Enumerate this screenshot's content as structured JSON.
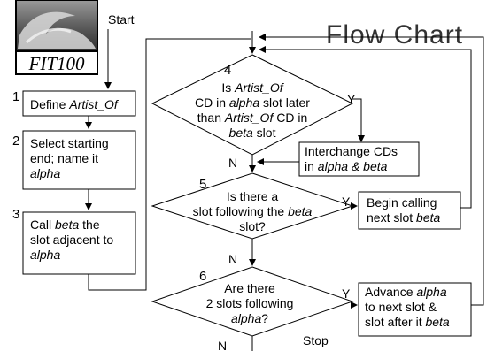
{
  "title": "Flow Chart",
  "logo": {
    "text": "FIT100"
  },
  "start_label": "Start",
  "stop_label": "Stop",
  "steps": {
    "s1": {
      "num": "1",
      "lines": [
        [
          {
            "t": "Define "
          },
          {
            "t": "Artist_Of",
            "i": true
          }
        ]
      ]
    },
    "s2": {
      "num": "2",
      "lines": [
        [
          {
            "t": "Select starting"
          }
        ],
        [
          {
            "t": "end; name it"
          }
        ],
        [
          {
            "t": "alpha",
            "i": true
          }
        ]
      ]
    },
    "s3": {
      "num": "3",
      "lines": [
        [
          {
            "t": "Call "
          },
          {
            "t": "beta",
            "i": true
          },
          {
            "t": " the"
          }
        ],
        [
          {
            "t": "slot adjacent to"
          }
        ],
        [
          {
            "t": "alpha",
            "i": true
          }
        ]
      ]
    },
    "d4": {
      "num": "4",
      "lines": [
        [
          {
            "t": "Is "
          },
          {
            "t": "Artist_Of",
            "i": true
          }
        ],
        [
          {
            "t": "CD in "
          },
          {
            "t": "alpha",
            "i": true
          },
          {
            "t": " slot later"
          }
        ],
        [
          {
            "t": "than "
          },
          {
            "t": "Artist_Of",
            "i": true
          },
          {
            "t": " CD in"
          }
        ],
        [
          {
            "t": "beta",
            "i": true
          },
          {
            "t": " slot"
          }
        ]
      ]
    },
    "b4": {
      "lines": [
        [
          {
            "t": "Interchange CDs"
          }
        ],
        [
          {
            "t": "in "
          },
          {
            "t": "alpha & beta",
            "i": true
          }
        ]
      ]
    },
    "d5": {
      "num": "5",
      "lines": [
        [
          {
            "t": "Is there a"
          }
        ],
        [
          {
            "t": "slot following the "
          },
          {
            "t": "beta",
            "i": true
          }
        ],
        [
          {
            "t": "slot?"
          }
        ]
      ]
    },
    "b5": {
      "lines": [
        [
          {
            "t": "Begin calling"
          }
        ],
        [
          {
            "t": "next slot "
          },
          {
            "t": "beta",
            "i": true
          }
        ]
      ]
    },
    "d6": {
      "num": "6",
      "lines": [
        [
          {
            "t": "Are there"
          }
        ],
        [
          {
            "t": "2 slots following"
          }
        ],
        [
          {
            "t": "alpha",
            "i": true
          },
          {
            "t": "?"
          }
        ]
      ]
    },
    "b6": {
      "lines": [
        [
          {
            "t": "Advance "
          },
          {
            "t": "alpha",
            "i": true
          }
        ],
        [
          {
            "t": "to next slot &"
          }
        ],
        [
          {
            "t": "slot after it "
          },
          {
            "t": "beta",
            "i": true
          }
        ]
      ]
    }
  },
  "branch_labels": {
    "yes": "Y",
    "no": "N"
  }
}
